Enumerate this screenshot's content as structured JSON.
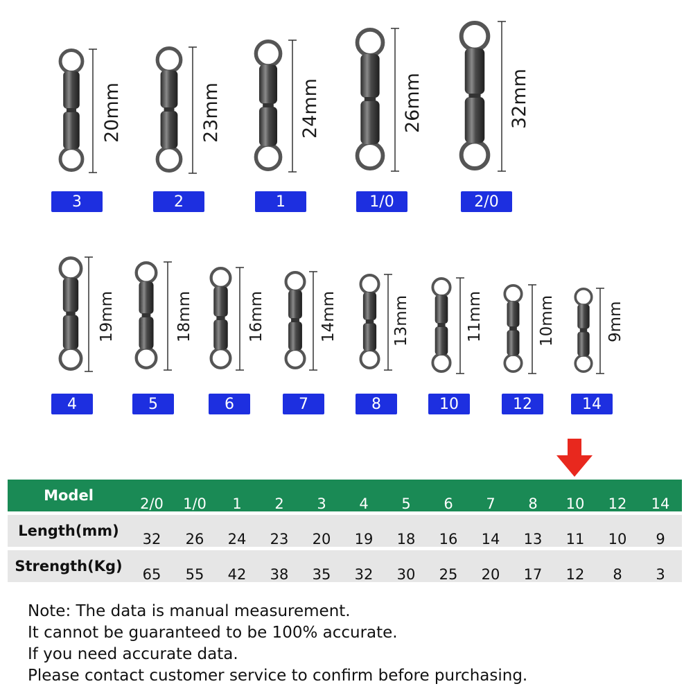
{
  "swivels_top": [
    {
      "model": "3",
      "length_label": "20mm"
    },
    {
      "model": "2",
      "length_label": "23mm"
    },
    {
      "model": "1",
      "length_label": "24mm"
    },
    {
      "model": "1/0",
      "length_label": "26mm"
    },
    {
      "model": "2/0",
      "length_label": "32mm"
    }
  ],
  "swivels_bottom": [
    {
      "model": "4",
      "length_label": "19mm"
    },
    {
      "model": "5",
      "length_label": "18mm"
    },
    {
      "model": "6",
      "length_label": "16mm"
    },
    {
      "model": "7",
      "length_label": "14mm"
    },
    {
      "model": "8",
      "length_label": "13mm"
    },
    {
      "model": "10",
      "length_label": "11mm"
    },
    {
      "model": "12",
      "length_label": "10mm"
    },
    {
      "model": "14",
      "length_label": "9mm"
    }
  ],
  "table": {
    "header_label": "Model",
    "models": [
      "2/0",
      "1/0",
      "1",
      "2",
      "3",
      "4",
      "5",
      "6",
      "7",
      "8",
      "10",
      "12",
      "14"
    ],
    "rows": [
      {
        "label": "Length(mm)",
        "values": [
          "32",
          "26",
          "24",
          "23",
          "20",
          "19",
          "18",
          "16",
          "14",
          "13",
          "11",
          "10",
          "9"
        ]
      },
      {
        "label": "Strength(Kg)",
        "values": [
          "65",
          "55",
          "42",
          "38",
          "35",
          "32",
          "30",
          "25",
          "20",
          "17",
          "12",
          "8",
          "3"
        ]
      }
    ],
    "highlighted_model": "10"
  },
  "note_lines": [
    "Note: The data is manual measurement.",
    "It cannot be guaranteed to be 100% accurate.",
    "If you need accurate data.",
    "Please contact customer service to confirm before purchasing."
  ],
  "colors": {
    "badge": "#1d2fe0",
    "header": "#1a8a55",
    "row": "#e6e6e6",
    "arrow": "#e8281e"
  }
}
